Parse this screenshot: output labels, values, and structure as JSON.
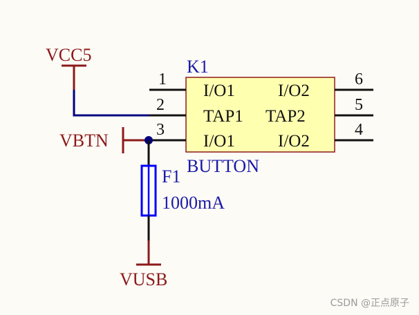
{
  "nets": {
    "vcc": "VCC5",
    "vbtn": "VBTN",
    "vusb": "VUSB"
  },
  "switch": {
    "designator": "K1",
    "comment": "BUTTON",
    "pins": {
      "p1": "1",
      "p2": "2",
      "p3": "3",
      "p4": "4",
      "p5": "5",
      "p6": "6"
    },
    "labels": {
      "row1_left": "I/O1",
      "row1_right": "I/O2",
      "row2_left": "TAP1",
      "row2_right": "TAP2",
      "row3_left": "I/O1",
      "row3_right": "I/O2"
    }
  },
  "fuse": {
    "designator": "F1",
    "value": "1000mA"
  },
  "watermark": "CSDN @正点原子",
  "colors": {
    "wire": "#00007f",
    "power": "#8b1a1a",
    "body_fill": "#ffffb0",
    "body_stroke": "#8b1a1a",
    "fuse": "#0000ff",
    "junction": "#00007f"
  }
}
